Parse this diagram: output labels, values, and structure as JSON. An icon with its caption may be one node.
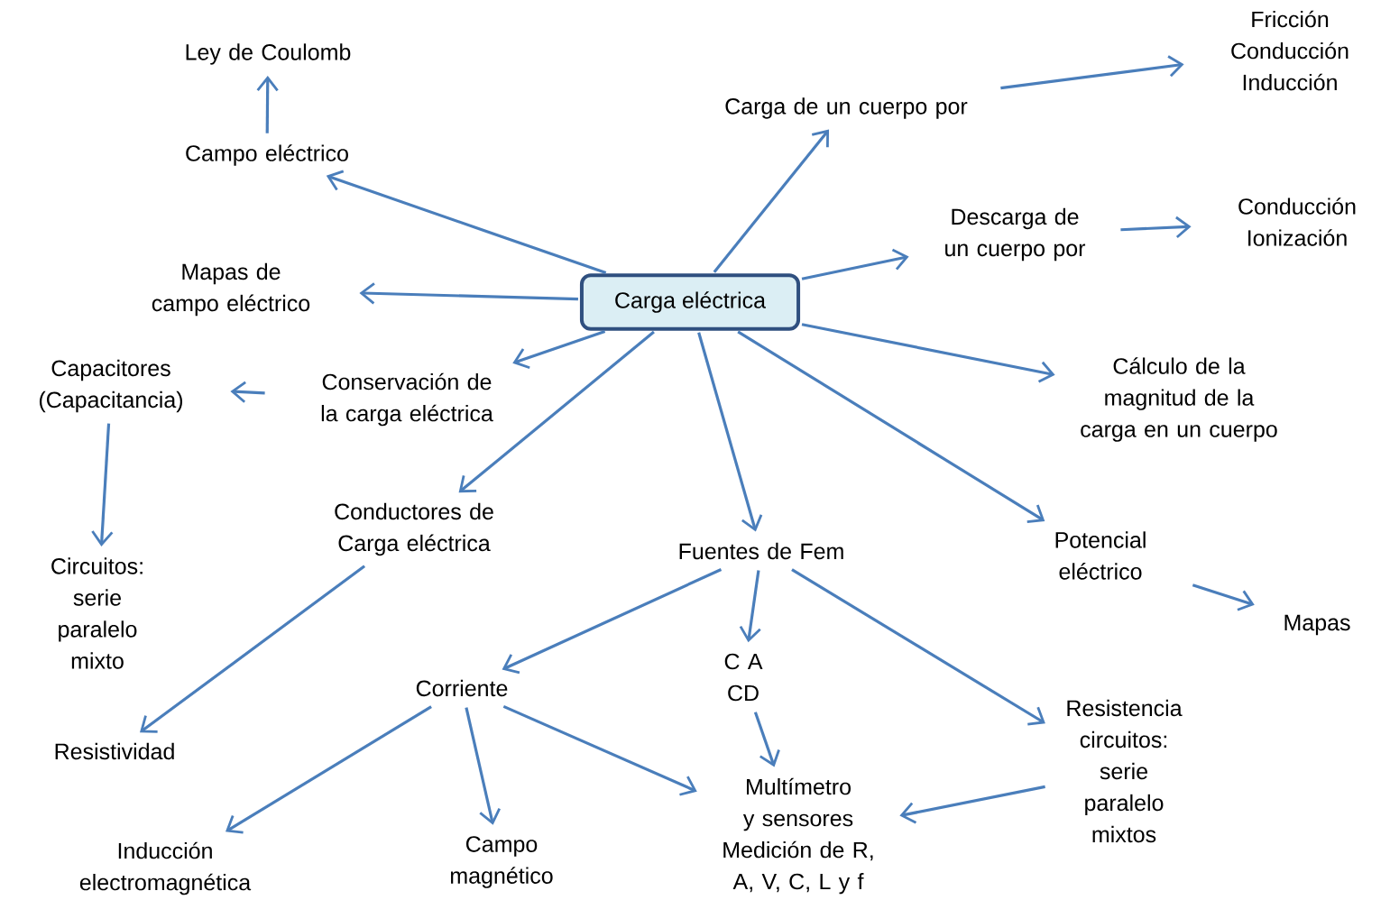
{
  "diagram": {
    "nodes": [
      {
        "text": [
          "Carga eléctrica"
        ]
      },
      {
        "text": [
          "Ley de Coulomb"
        ]
      },
      {
        "text": [
          "Campo eléctrico"
        ]
      },
      {
        "text": [
          "Carga de un cuerpo por"
        ]
      },
      {
        "text": [
          "Fricción Conducción Inducción"
        ]
      },
      {
        "text": [
          "Descarga de un cuerpo por"
        ]
      },
      {
        "text": [
          "Conducción Ionización"
        ]
      },
      {
        "text": [
          "Mapas de campo eléctrico"
        ]
      },
      {
        "text": [
          "Conservación de la carga eléctrica"
        ]
      },
      {
        "text": [
          "Capacitores (Capacitancia)"
        ]
      },
      {
        "text": [
          "Circuitos: serie paralelo mixto"
        ]
      },
      {
        "text": [
          "Cálculo de la magnitud de la carga en un cuerpo"
        ]
      },
      {
        "text": [
          "Conductores de Carga eléctrica"
        ]
      },
      {
        "text": [
          "Fuentes de Fem"
        ]
      },
      {
        "text": [
          "Potencial eléctrico"
        ]
      },
      {
        "text": [
          "Mapas"
        ]
      },
      {
        "text": [
          "Resistividad"
        ]
      },
      {
        "text": [
          "Corriente"
        ]
      },
      {
        "text": [
          "C A CD"
        ]
      },
      {
        "text": [
          "Resistencia circuitos: serie paralelo mixtos"
        ]
      },
      {
        "text": [
          "Inducción electromagnética"
        ]
      },
      {
        "text": [
          "Campo magnético"
        ]
      },
      {
        "text": [
          "Multímetro y sensores Medición de R, A, V, C, L y f"
        ]
      }
    ],
    "edges": [
      {
        "from": 0,
        "to": 2,
        "arrow": "to"
      },
      {
        "from": 2,
        "to": 1,
        "arrow": "to"
      },
      {
        "from": 0,
        "to": 3,
        "arrow": "to"
      },
      {
        "from": 3,
        "to": 4,
        "arrow": "to"
      },
      {
        "from": 0,
        "to": 5,
        "arrow": "to"
      },
      {
        "from": 5,
        "to": 6,
        "arrow": "to"
      },
      {
        "from": 0,
        "to": 7,
        "arrow": "to"
      },
      {
        "from": 0,
        "to": 8,
        "arrow": "to"
      },
      {
        "from": 8,
        "to": 9,
        "arrow": "to"
      },
      {
        "from": 9,
        "to": 10,
        "arrow": "to"
      },
      {
        "from": 0,
        "to": 11,
        "arrow": "to"
      },
      {
        "from": 0,
        "to": 12,
        "arrow": "to"
      },
      {
        "from": 0,
        "to": 13,
        "arrow": "to"
      },
      {
        "from": 0,
        "to": 14,
        "arrow": "to"
      },
      {
        "from": 14,
        "to": 15,
        "arrow": "to"
      },
      {
        "from": 12,
        "to": 16,
        "arrow": "to"
      },
      {
        "from": 13,
        "to": 17,
        "arrow": "to"
      },
      {
        "from": 13,
        "to": 18,
        "arrow": "to"
      },
      {
        "from": 13,
        "to": 19,
        "arrow": "to"
      },
      {
        "from": 17,
        "to": 20,
        "arrow": "to"
      },
      {
        "from": 17,
        "to": 21,
        "arrow": "to"
      },
      {
        "from": 17,
        "to": 22,
        "arrow": "to"
      },
      {
        "from": 18,
        "to": 22,
        "arrow": "to"
      },
      {
        "from": 19,
        "to": 22,
        "arrow": "to"
      }
    ]
  }
}
